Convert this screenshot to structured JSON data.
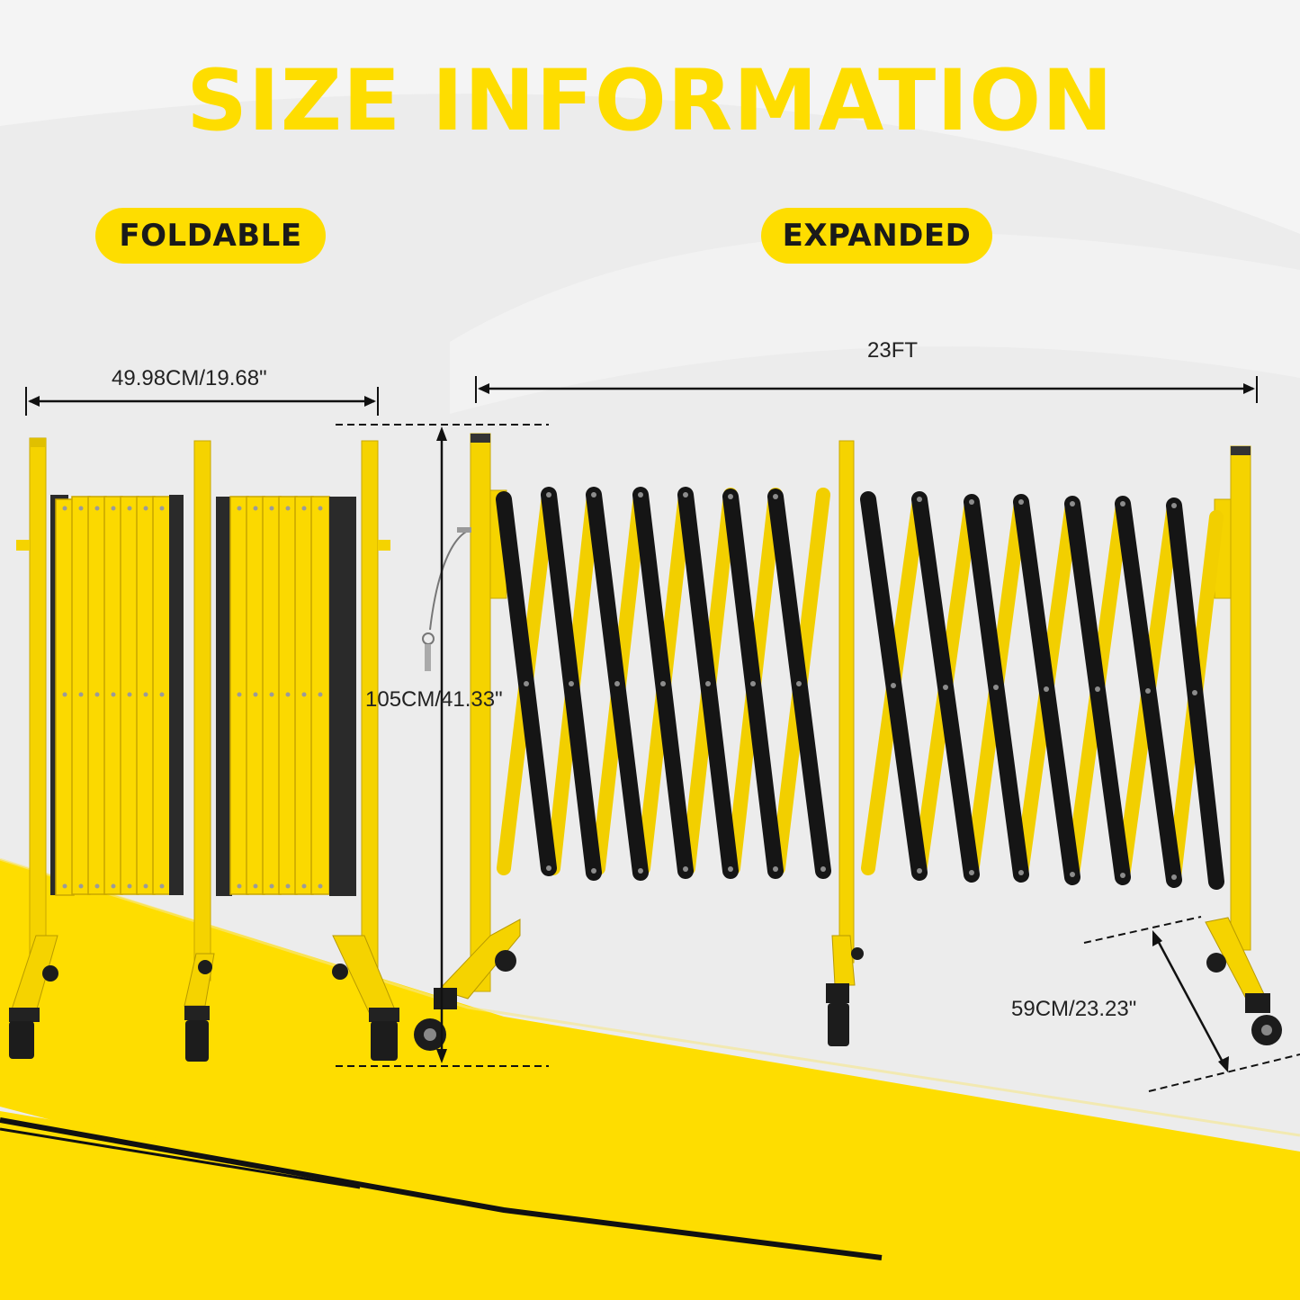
{
  "header": {
    "title": "SIZE INFORMATION"
  },
  "labels": {
    "foldable": "FOLDABLE",
    "expanded": "EXPANDED"
  },
  "dimensions": {
    "folded_width": "49.98CM/19.68\"",
    "expanded_length": "23FT",
    "height": "105CM/41.33\"",
    "base_depth": "59CM/23.23\""
  },
  "colors": {
    "brand_yellow": "#fedd00",
    "black": "#1a1a1a",
    "background": "#ececec"
  }
}
